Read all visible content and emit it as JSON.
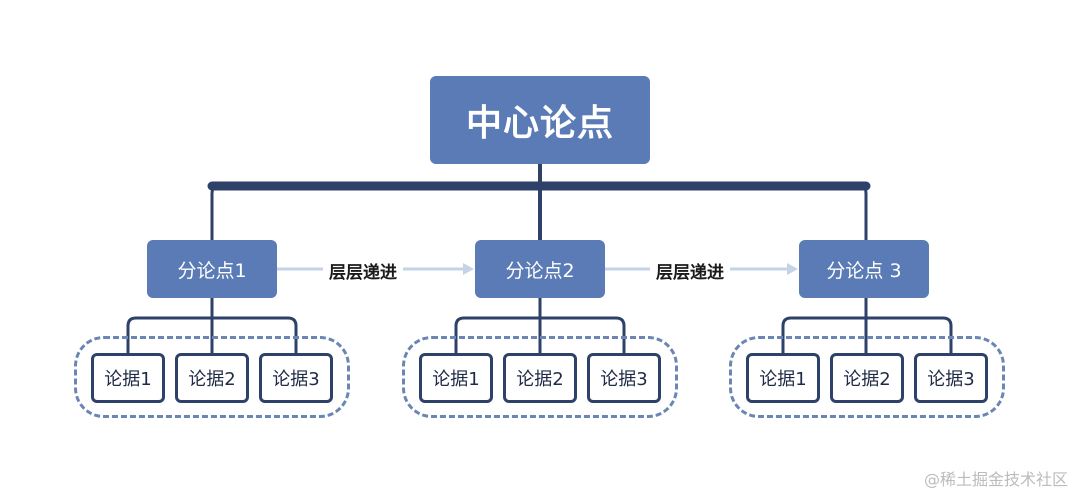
{
  "central_claim": {
    "label": "中心论点"
  },
  "sub_claims": [
    {
      "label": "分论点1",
      "evidence": [
        "论据1",
        "论据2",
        "论据3"
      ]
    },
    {
      "label": "分论点2",
      "evidence": [
        "论据1",
        "论据2",
        "论据3"
      ]
    },
    {
      "label": "分论点 3",
      "evidence": [
        "论据1",
        "论据2",
        "论据3"
      ]
    }
  ],
  "progression_labels": [
    "层层递进",
    "层层递进"
  ],
  "watermark": "@稀土掘金技术社区",
  "colors": {
    "box_fill": "#5a7bb5",
    "connector": "#2e4168",
    "dashed_group": "#6b86b4",
    "arrow": "#c4d3e8"
  }
}
